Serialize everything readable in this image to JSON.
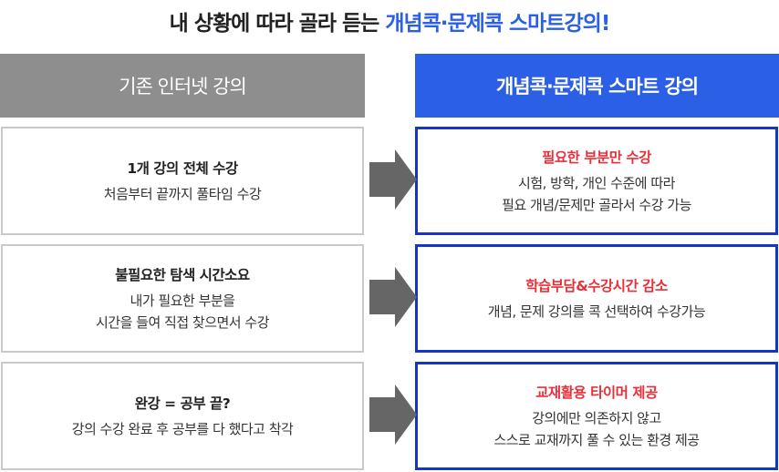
{
  "title": {
    "main": "내 상황에 따라 골라 듣는 ",
    "highlight": "개념콕·문제콕 스마트강의!"
  },
  "left_header": "기존 인터넷 강의",
  "right_header": "개념콕·문제콕 스마트 강의",
  "rows": [
    {
      "left": {
        "heading": "1개 강의 전체 수강",
        "lines": [
          "처음부터 끝까지 풀타임 수강"
        ]
      },
      "right": {
        "heading": "필요한 부분만 수강",
        "lines": [
          "시험, 방학, 개인 수준에 따라",
          "필요 개념/문제만 골라서 수강 가능"
        ]
      }
    },
    {
      "left": {
        "heading": "불필요한 탐색 시간소요",
        "lines": [
          "내가 필요한 부분을",
          "시간을 들여 직접 찾으면서 수강"
        ]
      },
      "right": {
        "heading": "학습부담&수강시간 감소",
        "lines": [
          "개념, 문제 강의를 콕 선택하여 수강가능"
        ]
      }
    },
    {
      "left": {
        "heading": "완강 = 공부 끝?",
        "lines": [
          "강의 수강 완료 후 공부를 다 했다고 착각"
        ]
      },
      "right": {
        "heading": "교재활용 타이머 제공",
        "lines": [
          "강의에만 의존하지 않고",
          "스스로 교재까지 풀 수 있는 환경 제공"
        ]
      }
    }
  ],
  "colors": {
    "blue": "#2b5fe6",
    "gray": "#8e8e8e",
    "red": "#e8303a",
    "border_blue": "#1536c4"
  }
}
